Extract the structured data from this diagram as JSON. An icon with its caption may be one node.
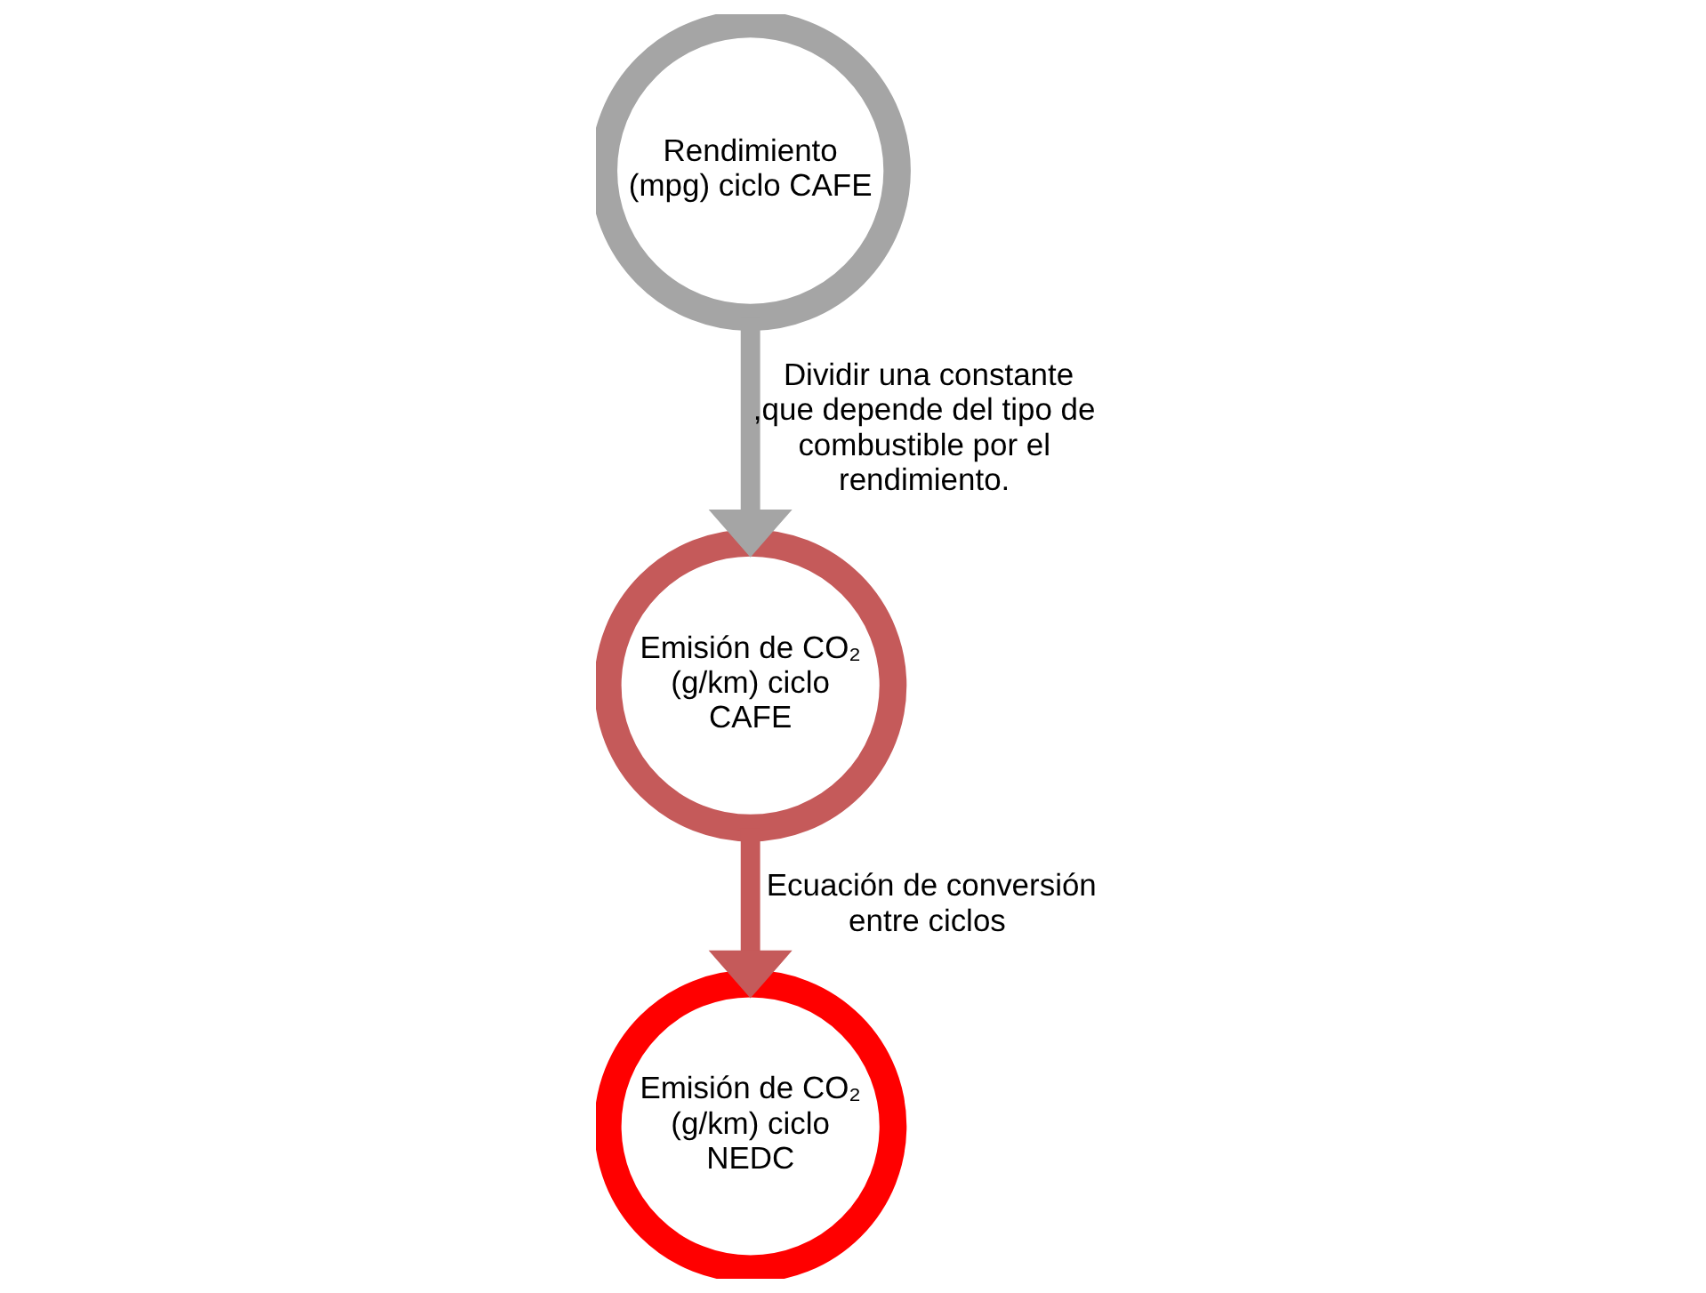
{
  "diagram": {
    "nodes": [
      {
        "text": [
          "Rendimiento (mpg) ciclo CAFE"
        ]
      },
      {
        "text": [
          "Emisión de CO₂ (g/km) ciclo CAFE"
        ]
      },
      {
        "text": [
          "Emisión de CO₂ (g/km) ciclo NEDC"
        ]
      }
    ],
    "edges": [
      {
        "from": 0,
        "to": 1,
        "arrow": "to",
        "label": "Dividir una constante ,que depende del tipo de combustible por el rendimiento.",
        "color": "#a5a5a5"
      },
      {
        "from": 1,
        "to": 2,
        "arrow": "to",
        "label": "Ecuación de conversión entre ciclos",
        "color": "#c55a5a"
      }
    ]
  }
}
